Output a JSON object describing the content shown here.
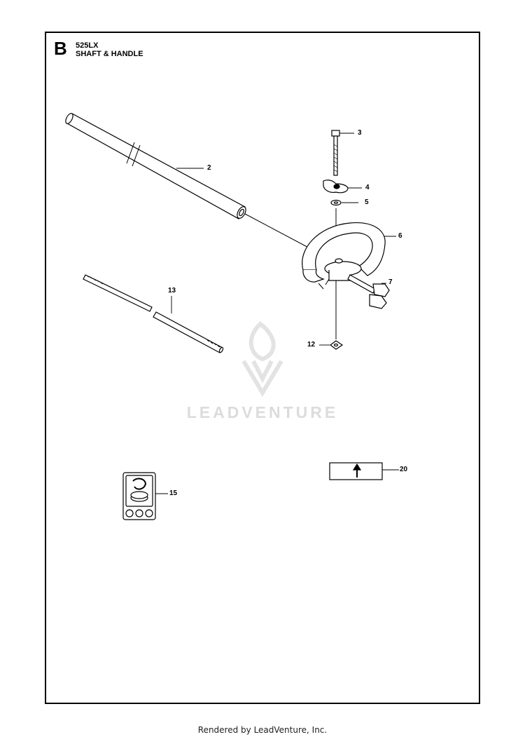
{
  "header": {
    "section_letter": "B",
    "model": "525LX",
    "title": "SHAFT & HANDLE"
  },
  "callouts": {
    "c2": "2",
    "c3": "3",
    "c4": "4",
    "c5": "5",
    "c6": "6",
    "c7": "7",
    "c12": "12",
    "c13": "13",
    "c15": "15",
    "c20": "20"
  },
  "watermark": {
    "text": "LEADVENTURE"
  },
  "footer": {
    "text": "Rendered by LeadVenture, Inc."
  },
  "icons": [
    "shaft-tube-icon",
    "bolt-icon",
    "knob-icon",
    "washer-icon",
    "handle-icon",
    "cable-holder-icon",
    "nut-icon",
    "drive-shaft-icon",
    "decal-icon",
    "arrow-label-icon",
    "leadventure-logo-icon"
  ],
  "colors": {
    "line": "#000000",
    "watermark": "#dcdcdc"
  }
}
